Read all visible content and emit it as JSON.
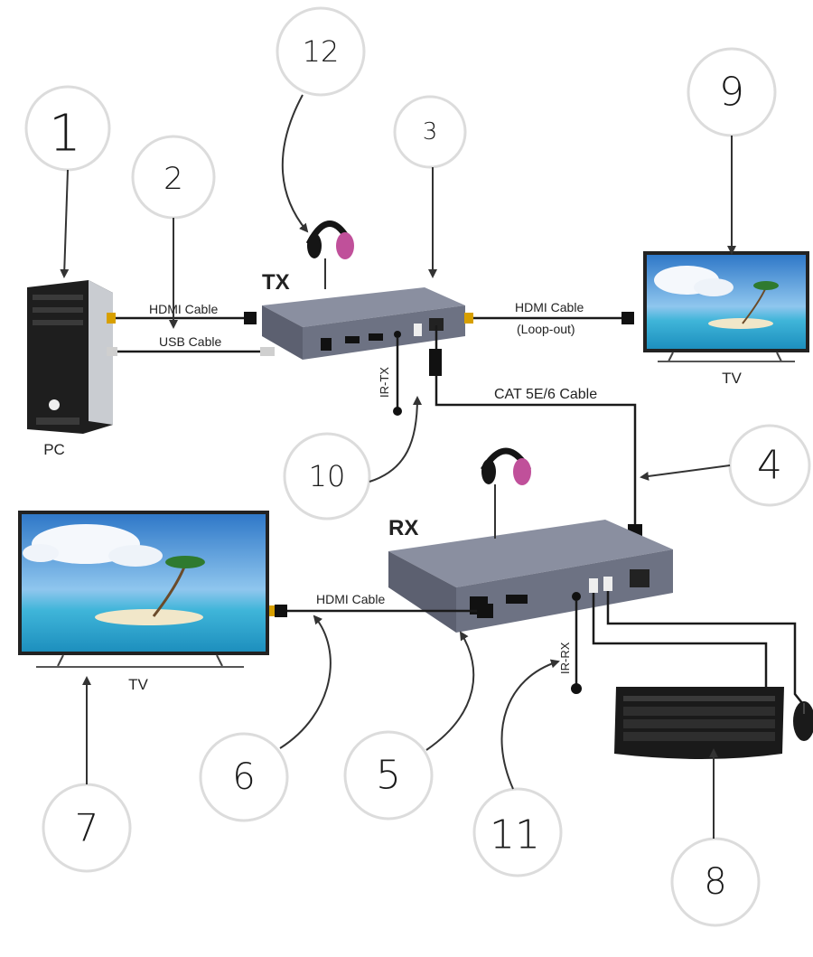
{
  "devices": {
    "tx_label": "TX",
    "rx_label": "RX",
    "pc_label": "PC",
    "tv_left_label": "TV",
    "tv_right_label": "TV"
  },
  "cables": {
    "hdmi_pc": "HDMI Cable",
    "usb_pc": "USB Cable",
    "hdmi_loop": "HDMI Cable",
    "loop_out": "(Loop-out)",
    "cat": "CAT 5E/6 Cable",
    "hdmi_rx": "HDMI Cable",
    "ir_tx": "IR-TX",
    "ir_rx": "IR-RX"
  },
  "callouts": [
    "1",
    "2",
    "3",
    "4",
    "5",
    "6",
    "7",
    "8",
    "9",
    "10",
    "11",
    "12"
  ]
}
